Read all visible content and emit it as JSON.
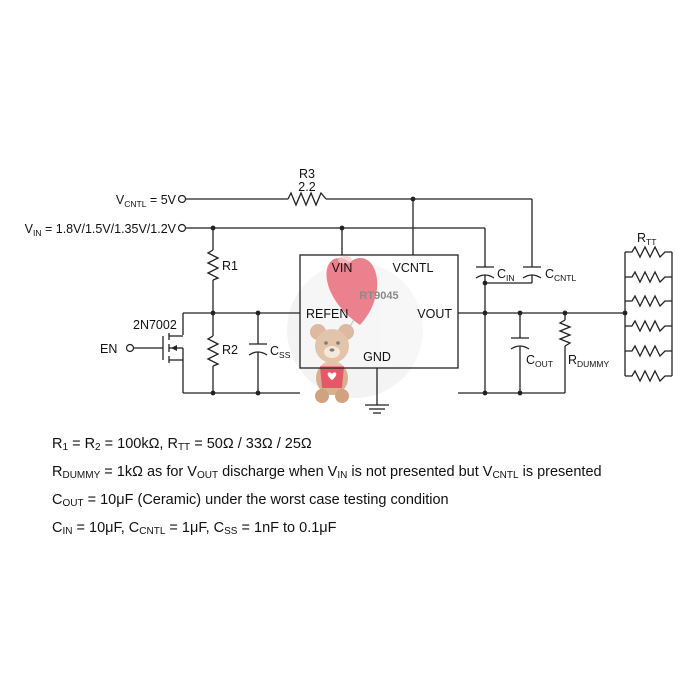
{
  "labels": {
    "vcntl_input": {
      "main": "V",
      "sub": "CNTL",
      "rest": " = 5V"
    },
    "vin_input": {
      "main": "V",
      "sub": "IN",
      "rest": " = 1.8V/1.5V/1.35V/1.2V"
    },
    "r3_name": "R3",
    "r3_value": "2.2",
    "r1_name": "R1",
    "r2_name": "R2",
    "css": {
      "main": "C",
      "sub": "SS"
    },
    "mosfet": "2N7002",
    "en": "EN",
    "ic_name": "RT9045",
    "pin_vin": "VIN",
    "pin_vcntl": "VCNTL",
    "pin_refen": "REFEN",
    "pin_vout": "VOUT",
    "pin_gnd": "GND",
    "cin": {
      "main": "C",
      "sub": "IN"
    },
    "ccntl": {
      "main": "C",
      "sub": "CNTL"
    },
    "cout": {
      "main": "C",
      "sub": "OUT"
    },
    "rdummy": {
      "main": "R",
      "sub": "DUMMY"
    },
    "rtt": {
      "main": "R",
      "sub": "TT"
    }
  },
  "notes": {
    "line1": {
      "t1": "R",
      "s1": "1",
      "t2": " = R",
      "s2": "2",
      "t3": " = 100kΩ, R",
      "s3": "TT",
      "t4": " = 50Ω / 33Ω / 25Ω"
    },
    "line2": {
      "t1": "R",
      "s1": "DUMMY",
      "t2": " = 1kΩ as for V",
      "s2": "OUT",
      "t3": " discharge when V",
      "s3": "IN",
      "t4": " is not presented but V",
      "s4": "CNTL",
      "t5": " is presented"
    },
    "line3": {
      "t1": "C",
      "s1": "OUT",
      "t2": " = 10μF (Ceramic) under the worst case testing condition"
    },
    "line4": {
      "t1": "C",
      "s1": "IN",
      "t2": " = 10μF, C",
      "s2": "CNTL",
      "t3": " = 1μF, C",
      "s3": "SS",
      "t4": " = 1nF to 0.1μF"
    }
  },
  "colors": {
    "wire": "#222222",
    "heart": "#e23a4e",
    "bear": "#c8926a"
  },
  "decorations": [
    "teddy-bear-with-heart-balloon-watermark"
  ]
}
